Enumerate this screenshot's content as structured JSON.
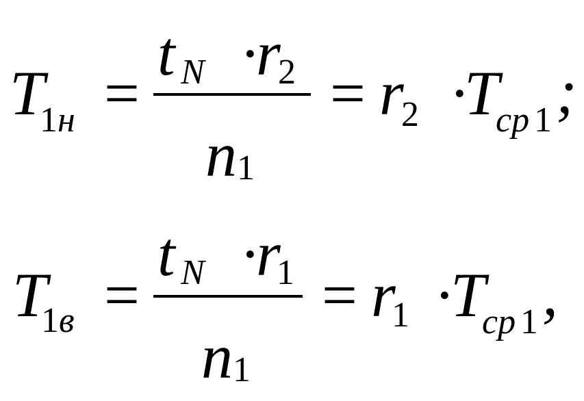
{
  "equations": [
    {
      "lhs_symbol": "T",
      "lhs_sub_num": "1",
      "lhs_sub_letter": "н",
      "eq_sign": "=",
      "num_t": "t",
      "num_t_sub": "N",
      "num_dot": "·",
      "num_r": "r",
      "num_r_sub": "2",
      "den_n": "n",
      "den_n_sub": "1",
      "eq_sign2": "=",
      "rhs_r": "r",
      "rhs_r_sub": "2",
      "rhs_dot": "·",
      "rhs_T": "T",
      "rhs_T_sub_letters": "ср",
      "rhs_T_sub_num": "1",
      "terminator": ";"
    },
    {
      "lhs_symbol": "T",
      "lhs_sub_num": "1",
      "lhs_sub_letter": "в",
      "eq_sign": "=",
      "num_t": "t",
      "num_t_sub": "N",
      "num_dot": "·",
      "num_r": "r",
      "num_r_sub": "1",
      "den_n": "n",
      "den_n_sub": "1",
      "eq_sign2": "=",
      "rhs_r": "r",
      "rhs_r_sub": "1",
      "rhs_dot": "·",
      "rhs_T": "T",
      "rhs_T_sub_letters": "ср",
      "rhs_T_sub_num": "1",
      "terminator": ","
    }
  ]
}
